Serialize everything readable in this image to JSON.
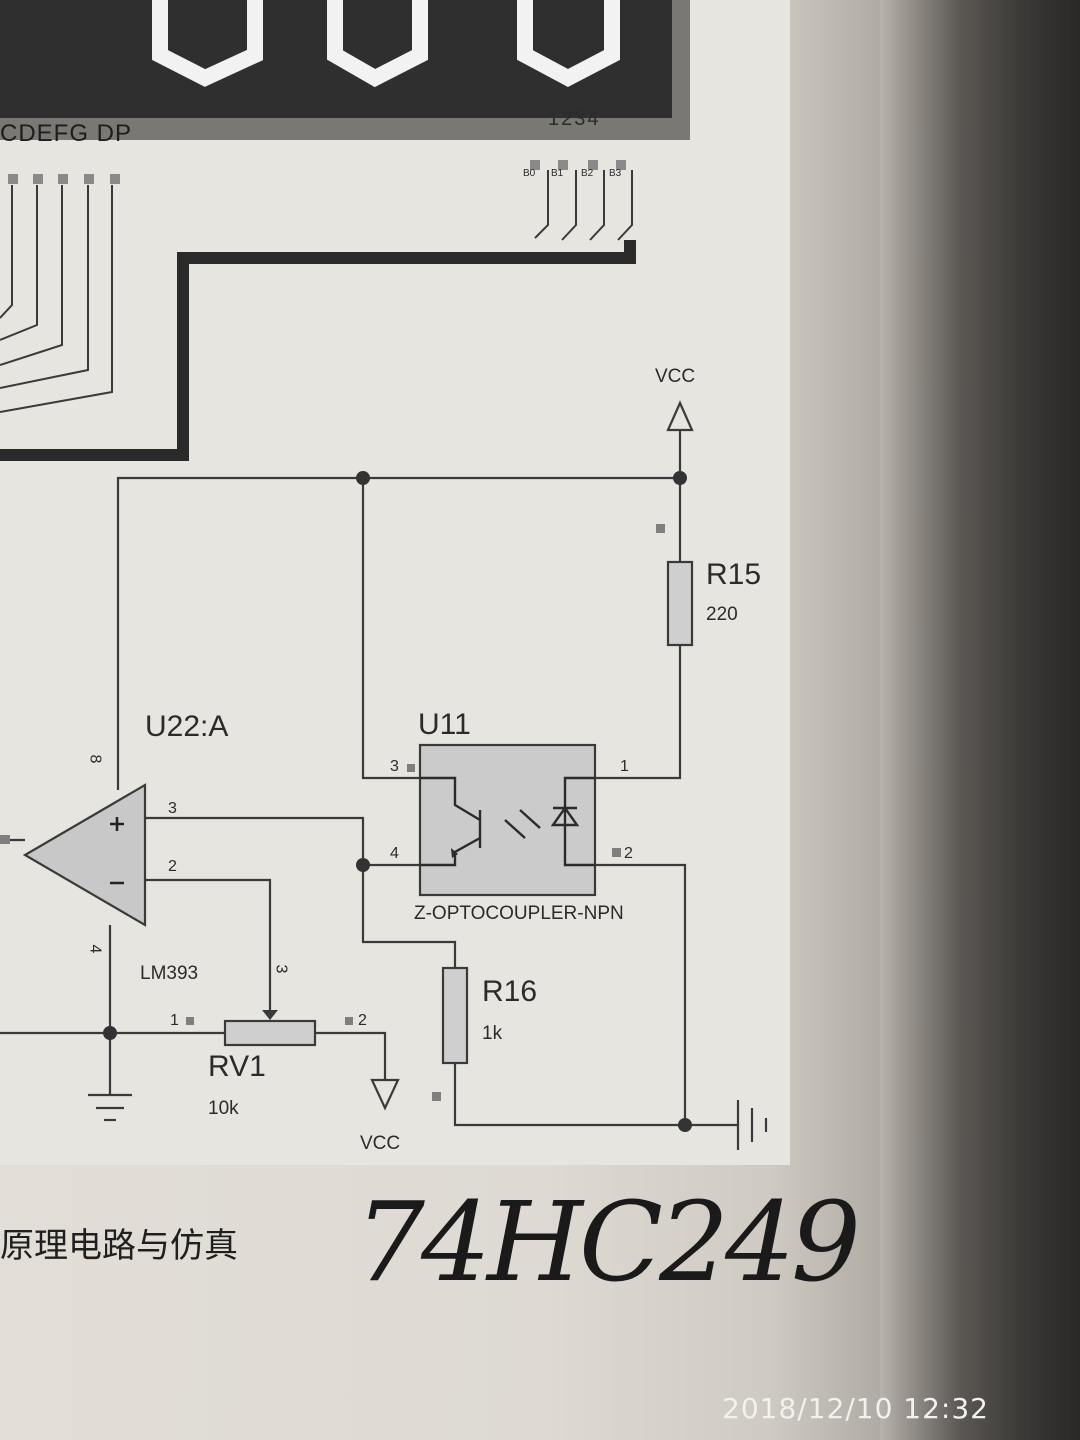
{
  "display": {
    "segment_label": "CDEFG DP",
    "digit_label": "1234",
    "digit_pins": [
      "B0",
      "B1",
      "B2",
      "B3"
    ]
  },
  "components": {
    "vcc_top": "VCC",
    "r15_name": "R15",
    "r15_value": "220",
    "u22_name": "U22:A",
    "u22_part": "LM393",
    "u11_name": "U11",
    "u11_part": "Z-OPTOCOUPLER-NPN",
    "r16_name": "R16",
    "r16_value": "1k",
    "rv1_name": "RV1",
    "rv1_value": "10k",
    "vcc_bottom": "VCC"
  },
  "pins": {
    "u22_pin8": "8",
    "u22_pin3": "3",
    "u22_pin2": "2",
    "u22_pin4": "4",
    "u11_pin3": "3",
    "u11_pin4": "4",
    "u11_pin1": "1",
    "u11_pin2": "2",
    "rv1_pin1": "1",
    "rv1_pin2": "2",
    "rv1_pin3": "3"
  },
  "caption": "原理电路与仿真",
  "handwriting": "74HC249",
  "timestamp": "2018/12/10  12:32"
}
